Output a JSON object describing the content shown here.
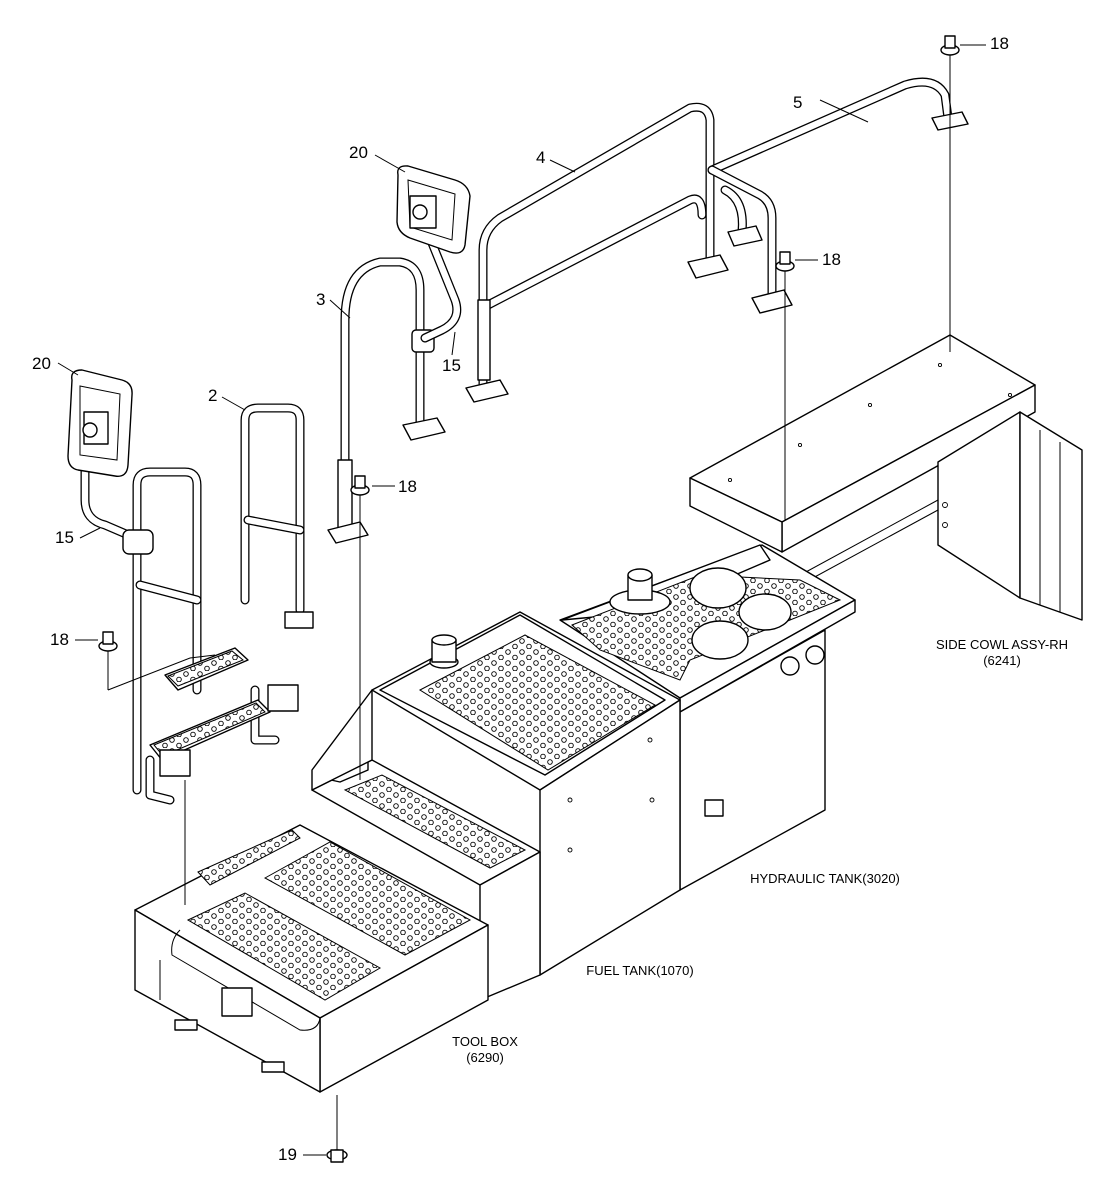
{
  "callouts": {
    "c18_top": "18",
    "c5": "5",
    "c4": "4",
    "c20_upper": "20",
    "c18_mid_right": "18",
    "c3": "3",
    "c15_upper": "15",
    "c20_left": "20",
    "c2": "2",
    "c18_mid": "18",
    "c15_left": "15",
    "c18_left": "18",
    "c19": "19"
  },
  "components": {
    "side_cowl": {
      "line1": "SIDE COWL ASSY-RH",
      "line2": "(6241)"
    },
    "hydraulic_tank": {
      "line1": "HYDRAULIC TANK(3020)"
    },
    "fuel_tank": {
      "line1": "FUEL TANK(1070)"
    },
    "tool_box": {
      "line1": "TOOL BOX",
      "line2": "(6290)"
    }
  }
}
